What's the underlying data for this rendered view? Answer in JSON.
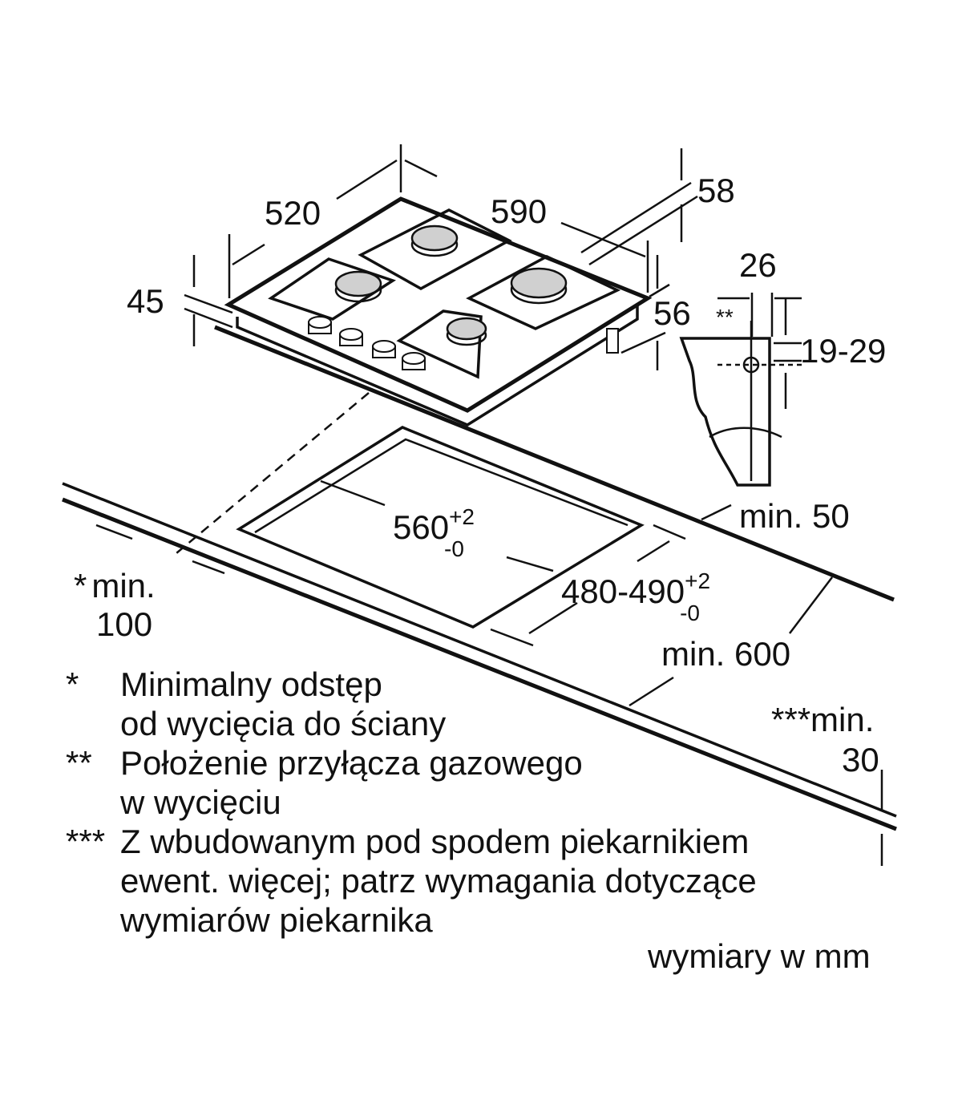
{
  "dimensions": {
    "depth": "520",
    "width": "590",
    "height_rear": "58",
    "height_total": "45",
    "connector_offset": "26",
    "connector_mark": "**",
    "height_front": "56",
    "connector_height": "19-29",
    "cutout_width": {
      "value": "560",
      "tol_plus": "+2",
      "tol_minus": "-0"
    },
    "cutout_depth": {
      "value": "480-490",
      "tol_plus": "+2",
      "tol_minus": "-0"
    },
    "min_back": "min. 50",
    "min_wall_star": "*",
    "min_wall_label": "min.",
    "min_wall_value": "100",
    "min_worktop_depth": "min. 600",
    "min_thickness_label": "***min.",
    "min_thickness_value": "30"
  },
  "notes": [
    {
      "mark": "*",
      "lines": [
        "Minimalny odstęp",
        "od wycięcia do ściany"
      ]
    },
    {
      "mark": "**",
      "lines": [
        "Położenie przyłącza gazowego",
        "w wycięciu"
      ]
    },
    {
      "mark": "***",
      "lines": [
        "Z wbudowanym pod spodem piekarnikiem",
        "ewent. więcej; patrz wymagania dotyczące",
        "wymiarów piekarnika"
      ]
    }
  ],
  "units_note": "wymiary w mm",
  "colors": {
    "line": "#111111",
    "burner_cap": "#d0d0d0"
  }
}
